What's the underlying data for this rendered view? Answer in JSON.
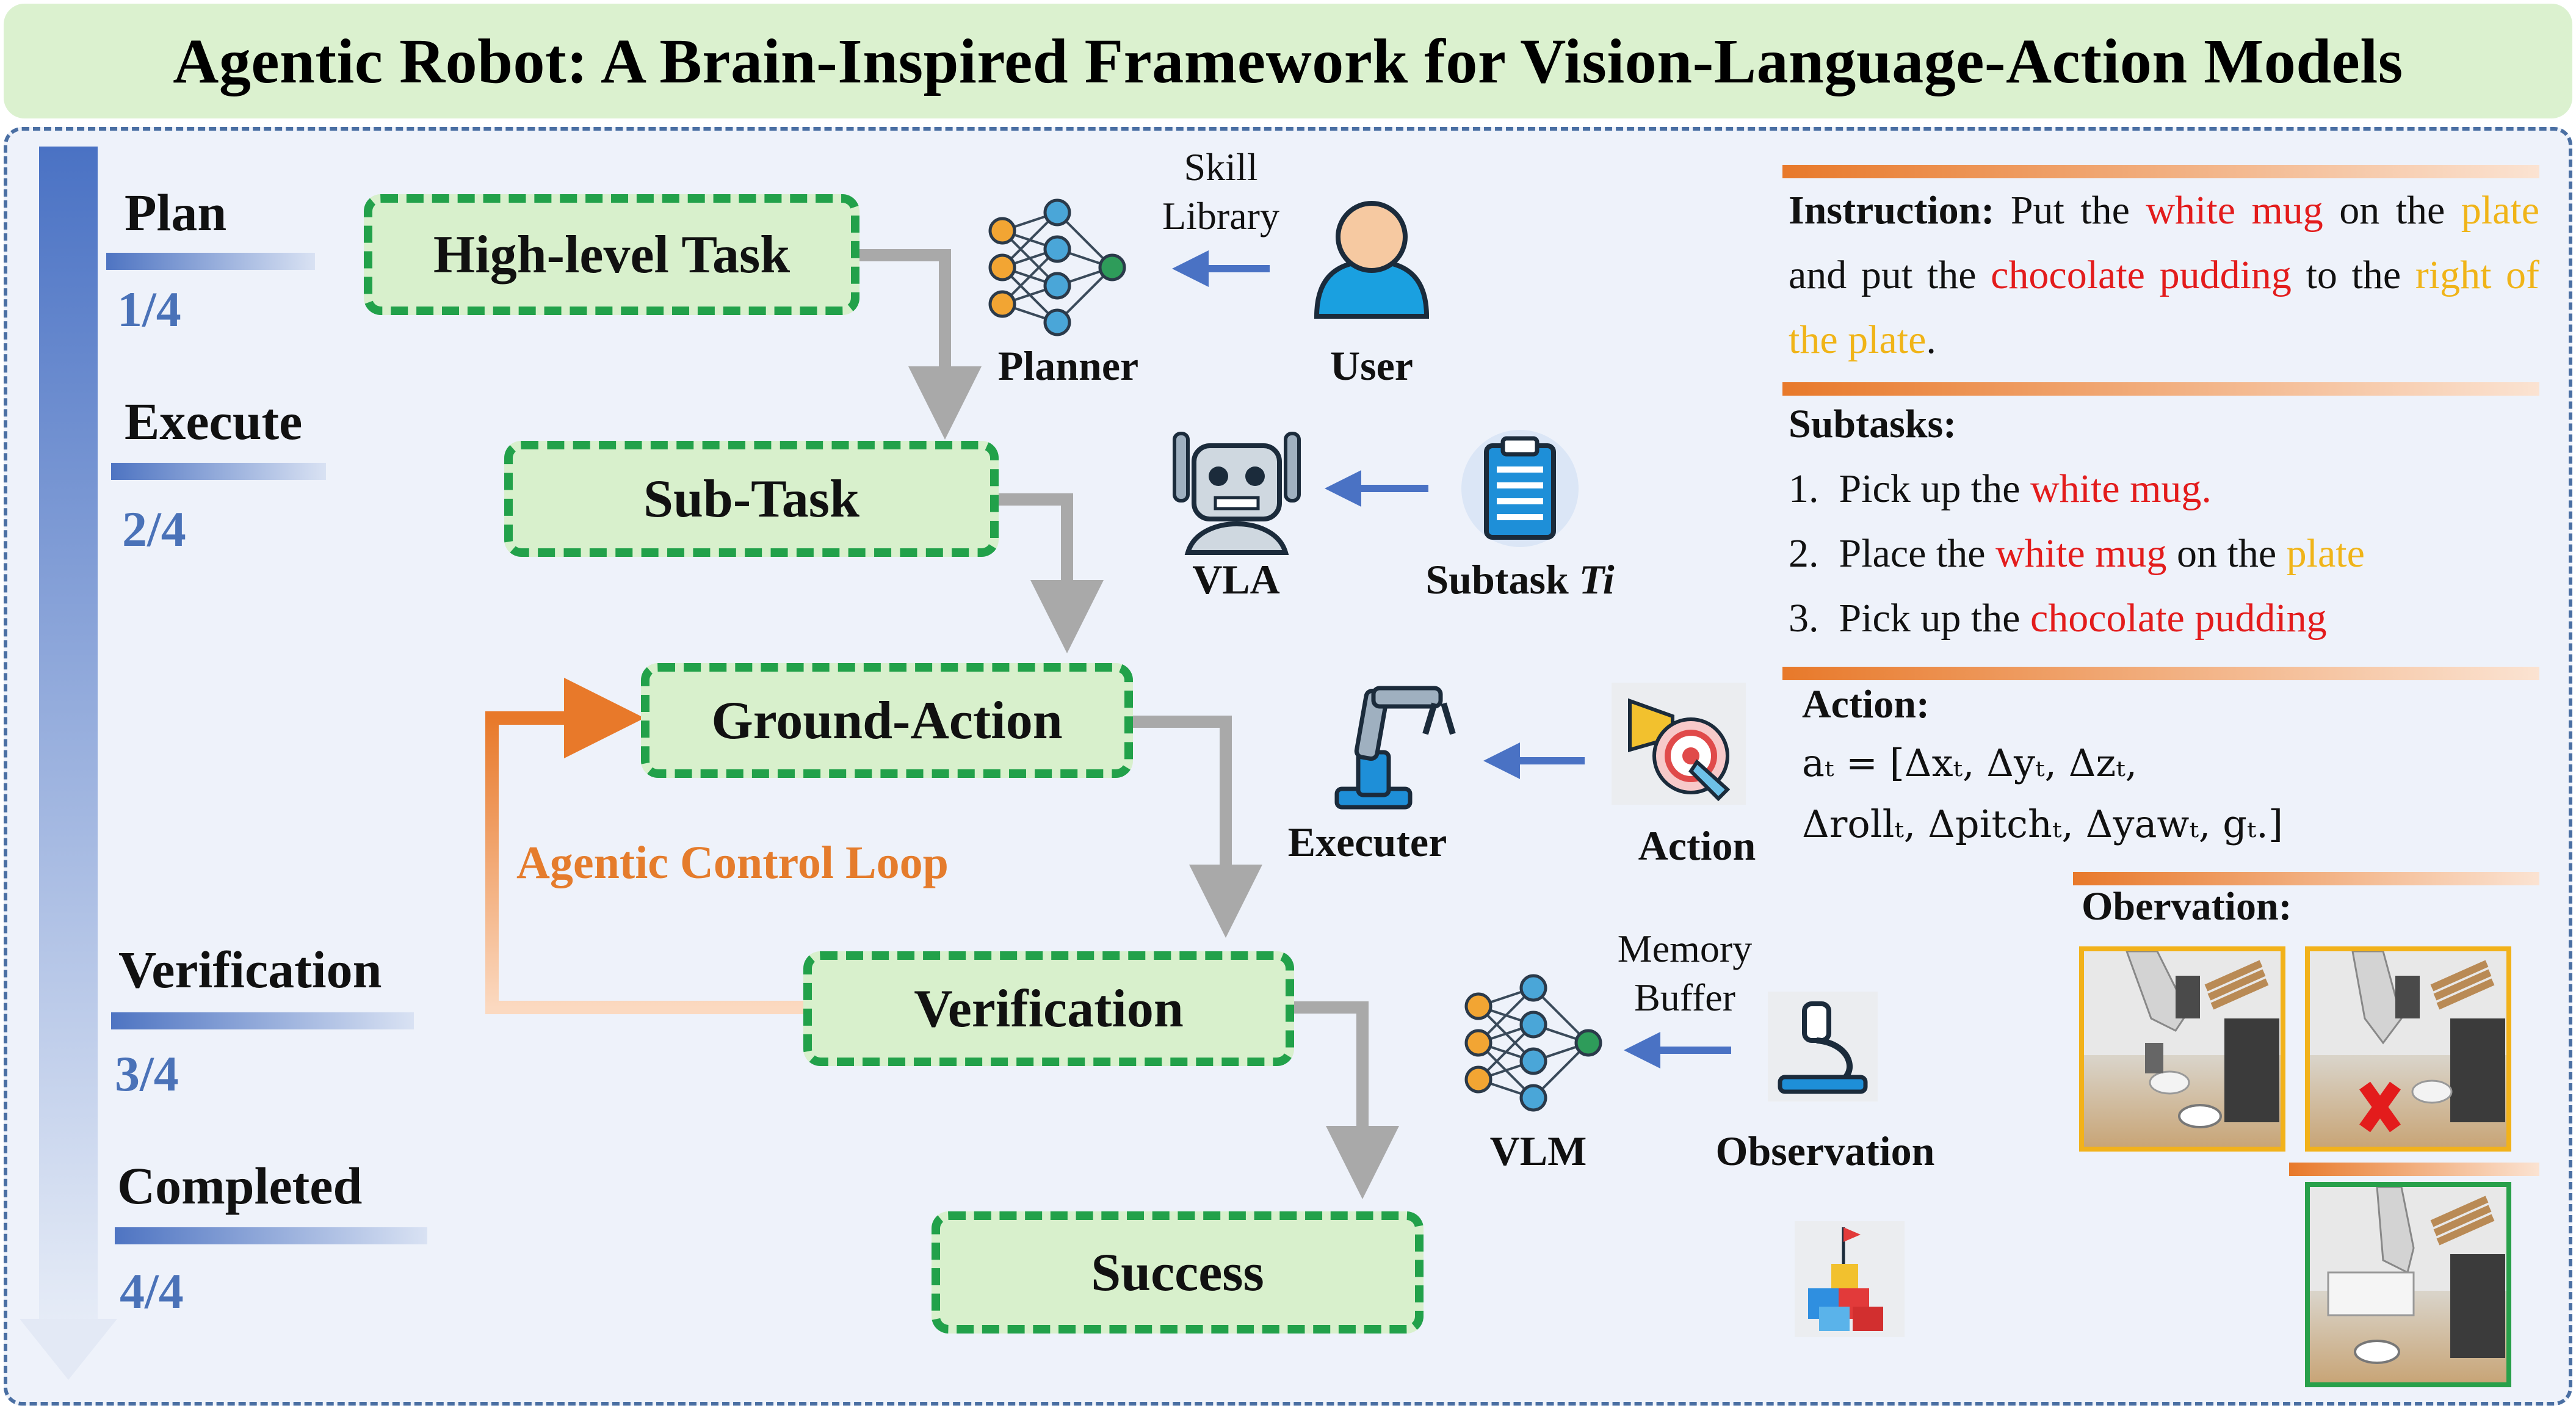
{
  "title": "Agentic Robot: A Brain-Inspired Framework for Vision-Language-Action Models",
  "stages": [
    {
      "name": "Plan",
      "count": "1/4"
    },
    {
      "name": "Execute",
      "count": "2/4"
    },
    {
      "name": "Verification",
      "count": "3/4"
    },
    {
      "name": "Completed",
      "count": "4/4"
    }
  ],
  "flow": {
    "high_level_task": "High-level Task",
    "sub_task": "Sub-Task",
    "ground_action": "Ground-Action",
    "verification": "Verification",
    "success": "Success",
    "loop_label": "Agentic Control Loop"
  },
  "agents": {
    "planner": "Planner",
    "user": "User",
    "skill_library": [
      "Skill",
      "Library"
    ],
    "vla": "VLA",
    "subtask": "Subtask",
    "subtask_var": "Ti",
    "executer": "Executer",
    "action": "Action",
    "vlm": "VLM",
    "observation": "Observation",
    "memory_buffer": [
      "Memory",
      "Buffer"
    ]
  },
  "icons": [
    "neural-network-icon",
    "user-icon",
    "robot-icon",
    "clipboard-icon",
    "robot-arm-icon",
    "action-pointer-icon",
    "microscope-icon",
    "blocks-flag-icon"
  ],
  "instruction": {
    "label": "Instruction:",
    "parts": [
      "Put the",
      "white mug",
      "on the",
      "plate",
      "and put the",
      "chocolate pudding",
      "to the",
      "right of the plate",
      "."
    ]
  },
  "subtasks": {
    "label": "Subtasks:",
    "items": [
      {
        "num": "1.",
        "parts": [
          "Pick up the",
          "white mug."
        ]
      },
      {
        "num": "2.",
        "parts": [
          "Place the",
          "white mug",
          "on the",
          "plate"
        ]
      },
      {
        "num": "3.",
        "parts": [
          "Pick up the",
          "chocolate pudding"
        ]
      }
    ]
  },
  "action_block": {
    "label": "Action:",
    "line1": "aₜ = [Δxₜ, Δyₜ, Δzₜ,",
    "line2": "Δrollₜ, Δpitchₜ, Δyawₜ, gₜ.]"
  },
  "observation_block": {
    "label": "Obervation:"
  },
  "colors": {
    "green_border": "#22a14a",
    "task_fill": "#d8f0cc",
    "title_bg": "#dbf1cf",
    "loop_orange": "#e57c2c",
    "blue_arrow": "#4a72c4",
    "highlight_red": "#e31c1c",
    "highlight_yellow": "#f0b418"
  }
}
